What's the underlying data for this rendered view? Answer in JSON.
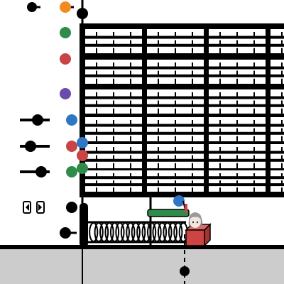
{
  "scene": {
    "title": "",
    "colors": {
      "background": "#ffffff",
      "ink": "#000000",
      "floor": "#cccccc",
      "orange": "#f28a1f",
      "green": "#2e8b4a",
      "red": "#c94444",
      "purple": "#6a4aaa",
      "blue": "#2f76c4",
      "crate": "#cc4444"
    },
    "knob_colors": [
      "orange",
      "green",
      "red",
      "purple",
      "blue",
      "red",
      "red",
      "green",
      "blue"
    ],
    "sliders": 3,
    "grid_modules": {
      "columns": 4,
      "rows": 6
    },
    "spring_coils": 18,
    "crate_count": 1,
    "character_count": 1
  }
}
